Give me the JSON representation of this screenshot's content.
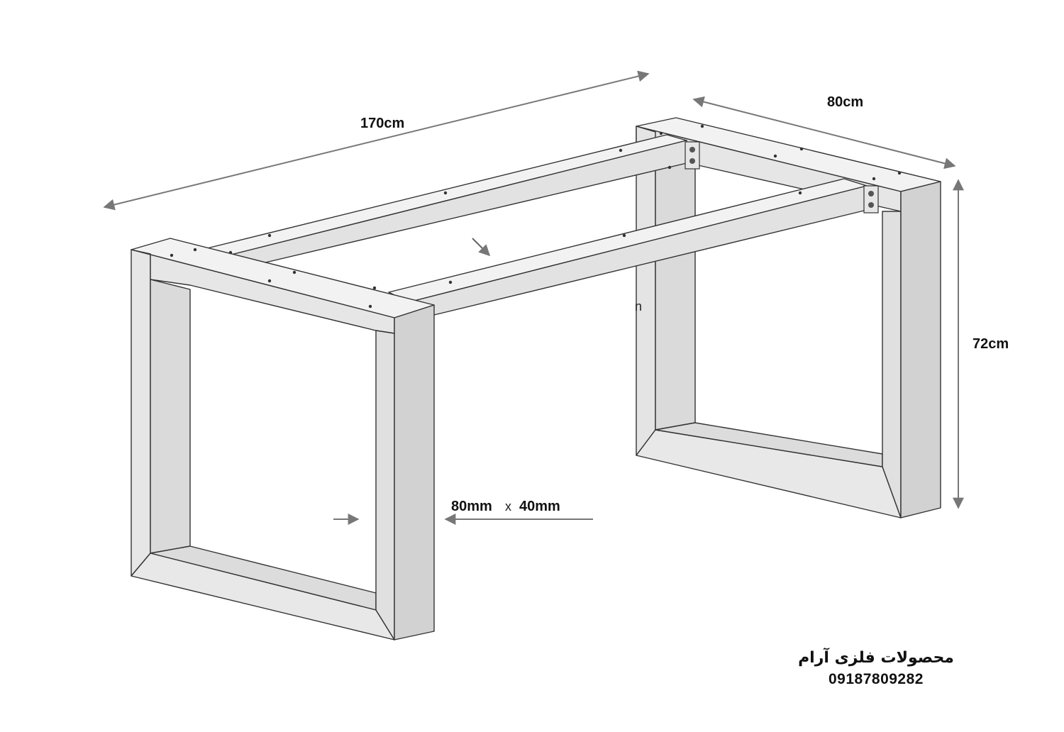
{
  "dimensions": {
    "length": "170cm",
    "width": "80cm",
    "height": "72cm",
    "profile_a": "80mm",
    "profile_sep": "x",
    "profile_b": "40mm"
  },
  "stray_text": "n",
  "footer": {
    "company": "محصولات فلزی آرام",
    "phone": "09187809282"
  },
  "colors": {
    "steel_light": "#eeeeee",
    "steel_mid": "#e2e2e2",
    "steel_dark": "#d4d4d4",
    "edge": "#333333",
    "dimension_line": "#777777"
  }
}
